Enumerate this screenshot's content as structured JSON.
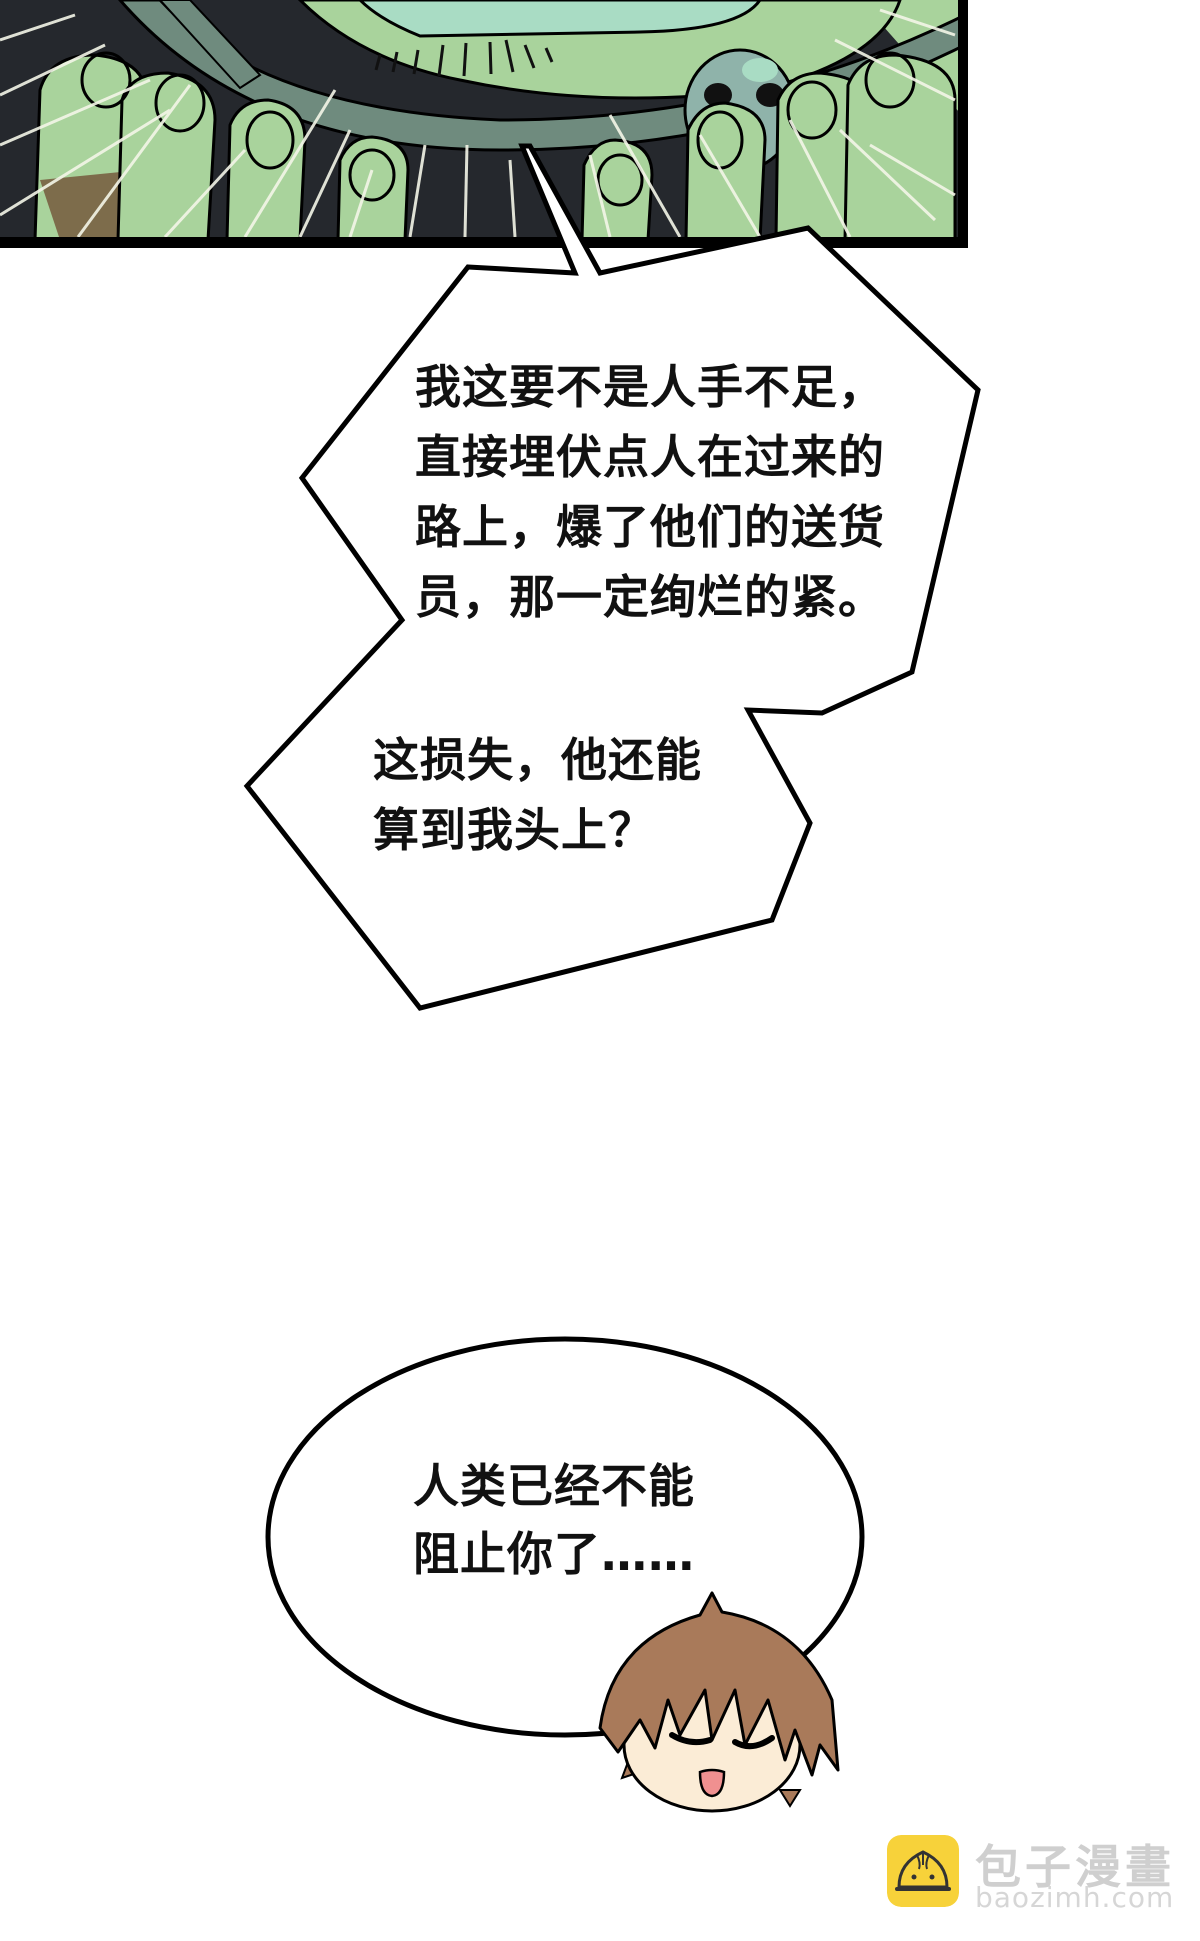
{
  "page": {
    "type": "comic-page",
    "background": "#ffffff"
  },
  "panel_top": {
    "description": "Close-up of a green-skinned masked figure's hands gripping a dark round object, speed lines",
    "colors": {
      "skin": "#a9d39c",
      "skin_shadow": "#7d6c4b",
      "mask_light": "#a9dcc4",
      "strap": "#6f8b7e",
      "dark": "#25282d",
      "orb": "#8fb3aa",
      "border": "#000000"
    }
  },
  "bubbles": [
    {
      "id": "bubble-1",
      "shape": "jagged",
      "paragraphs": [
        {
          "lines": [
            "我这要不是人手不足，",
            "直接埋伏点人在过来的",
            "路上，爆了他们的送货",
            "员，那一定绚烂的紧。"
          ]
        },
        {
          "lines": [
            "这损失，他还能",
            "算到我头上？"
          ]
        }
      ]
    },
    {
      "id": "bubble-2",
      "shape": "oval",
      "lines": [
        "人类已经不能",
        "阻止你了……"
      ]
    }
  ],
  "character": {
    "name": "chibi-boy",
    "expression": "eyes closed, open mouth",
    "colors": {
      "hair": "#a97a5a",
      "skin": "#fbecd6",
      "tongue": "#f09090"
    }
  },
  "watermark": {
    "title": "包子漫畫",
    "url": "baozimh.com",
    "logo_color": "#f7d23a",
    "logo_icon": "steamed-bun-icon"
  }
}
